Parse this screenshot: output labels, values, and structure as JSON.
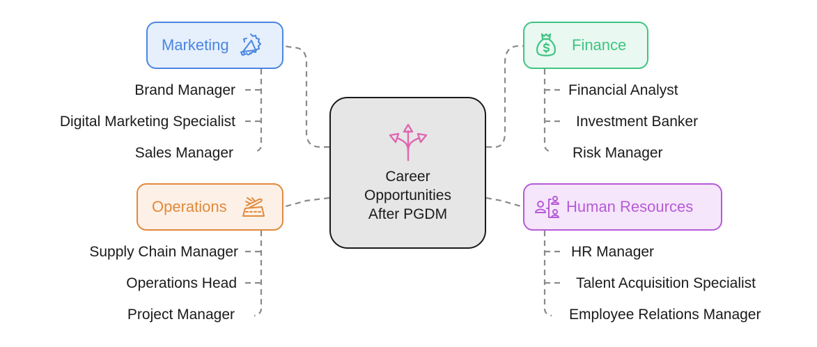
{
  "diagram": {
    "center": {
      "title_lines": [
        "Career",
        "Opportunities",
        "After PGDM"
      ],
      "icon": "branching-arrows-icon",
      "color": "#e066b0"
    },
    "branches": [
      {
        "id": "marketing",
        "label": "Marketing",
        "icon": "megaphone-badge-icon",
        "color": "#4a86e0",
        "fill": "#e6effc",
        "children": [
          "Brand Manager",
          "Digital Marketing Specialist",
          "Sales Manager"
        ]
      },
      {
        "id": "finance",
        "label": "Finance",
        "icon": "money-bag-icon",
        "color": "#3ec481",
        "fill": "#e9f8f1",
        "children": [
          "Financial Analyst",
          "Investment Banker",
          "Risk Manager"
        ]
      },
      {
        "id": "operations",
        "label": "Operations",
        "icon": "airplane-runway-icon",
        "color": "#e08a3c",
        "fill": "#fdf0e6",
        "children": [
          "Supply Chain Manager",
          "Operations Head",
          "Project Manager"
        ]
      },
      {
        "id": "hr",
        "label": "Human Resources",
        "icon": "org-chart-people-icon",
        "color": "#b65ad8",
        "fill": "#f6e6fb",
        "children": [
          "HR Manager",
          "Talent Acquisition Specialist",
          "Employee Relations Manager"
        ]
      }
    ],
    "connector_color": "#8a8a8a"
  }
}
